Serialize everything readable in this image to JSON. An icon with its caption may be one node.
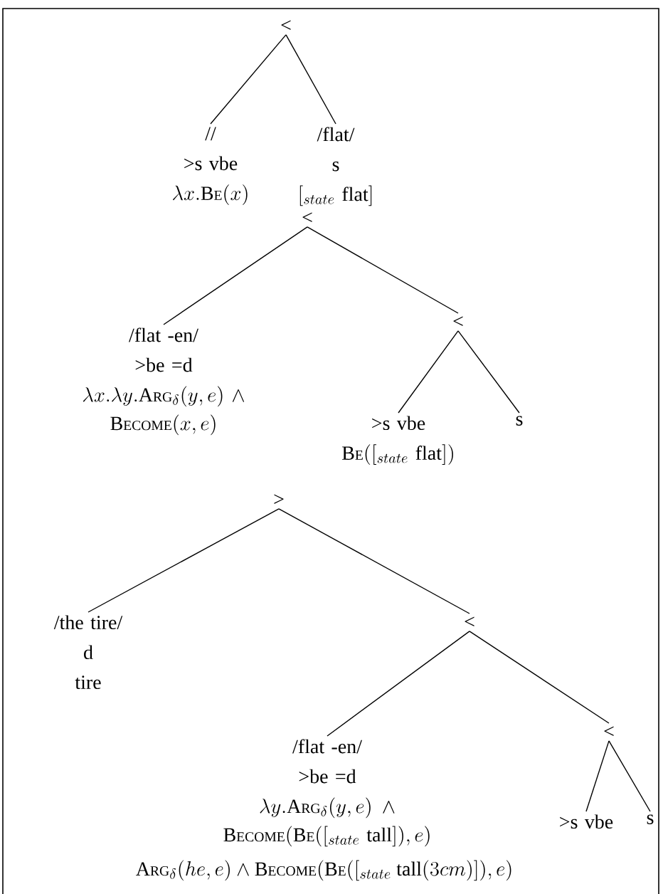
{
  "diagram": {
    "nodes": [
      {
        "text": [
          "<"
        ]
      },
      {
        "text": [
          "//",
          ">s vbe",
          "\\lambda x.\\mathrm{B}{\\scriptstyle\\mathrm{E}}(x)"
        ]
      },
      {
        "text": [
          "/flat/",
          "s",
          "[_{state}\\ \\mbox{flat}]"
        ]
      },
      {
        "text": [
          "<"
        ]
      },
      {
        "text": [
          "/flat -en/",
          ">be =d",
          "\\lambda x.\\lambda y.\\mathrm{A}{\\scriptstyle\\mathrm{RG}}_\\delta(y,e)\\wedge \\mathrm{B}{\\scriptstyle\\mathrm{ECOME}}(x,e)"
        ]
      },
      {
        "text": [
          "<"
        ]
      },
      {
        "text": [
          ">s vbe",
          "\\mathrm{B}{\\scriptstyle\\mathrm{E}}([_{state}\\ \\mbox{flat}])"
        ]
      },
      {
        "text": [
          "s"
        ]
      },
      {
        "text": [
          ">"
        ]
      },
      {
        "text": [
          "/the tire/",
          "d",
          "tire"
        ]
      },
      {
        "text": [
          "<"
        ]
      },
      {
        "text": [
          "/flat -en/",
          ">be =d",
          "\\lambda y.\\mathrm{A}{\\scriptstyle\\mathrm{RG}}_\\delta(y,e)\\wedge \\mathrm{B}{\\scriptstyle\\mathrm{ECOME}}(\\mathrm{B}{\\scriptstyle\\mathrm{E}}([_{state}\\ \\mbox{tall}]),e)"
        ]
      },
      {
        "text": [
          "<"
        ]
      },
      {
        "text": [
          ">s vbe"
        ]
      },
      {
        "text": [
          "s"
        ]
      }
    ],
    "edges": [
      {
        "from": 0,
        "to": 1,
        "arrow": "none"
      },
      {
        "from": 0,
        "to": 2,
        "arrow": "none"
      },
      {
        "from": 3,
        "to": 4,
        "arrow": "none"
      },
      {
        "from": 3,
        "to": 5,
        "arrow": "none"
      },
      {
        "from": 5,
        "to": 6,
        "arrow": "none"
      },
      {
        "from": 5,
        "to": 7,
        "arrow": "none"
      },
      {
        "from": 8,
        "to": 9,
        "arrow": "none"
      },
      {
        "from": 8,
        "to": 10,
        "arrow": "none"
      },
      {
        "from": 10,
        "to": 11,
        "arrow": "none"
      },
      {
        "from": 10,
        "to": 12,
        "arrow": "none"
      },
      {
        "from": 12,
        "to": 13,
        "arrow": "none"
      },
      {
        "from": 12,
        "to": 14,
        "arrow": "none"
      }
    ],
    "labels": [
      "\\mathrm{A}{\\scriptstyle\\mathrm{RG}}_\\delta(he,e)\\wedge\\mathrm{B}{\\scriptstyle\\mathrm{ECOME}}(\\mathrm{B}{\\scriptstyle\\mathrm{E}}([_{state}\\ \\mbox{tall}(3cm)]),e)"
    ]
  }
}
